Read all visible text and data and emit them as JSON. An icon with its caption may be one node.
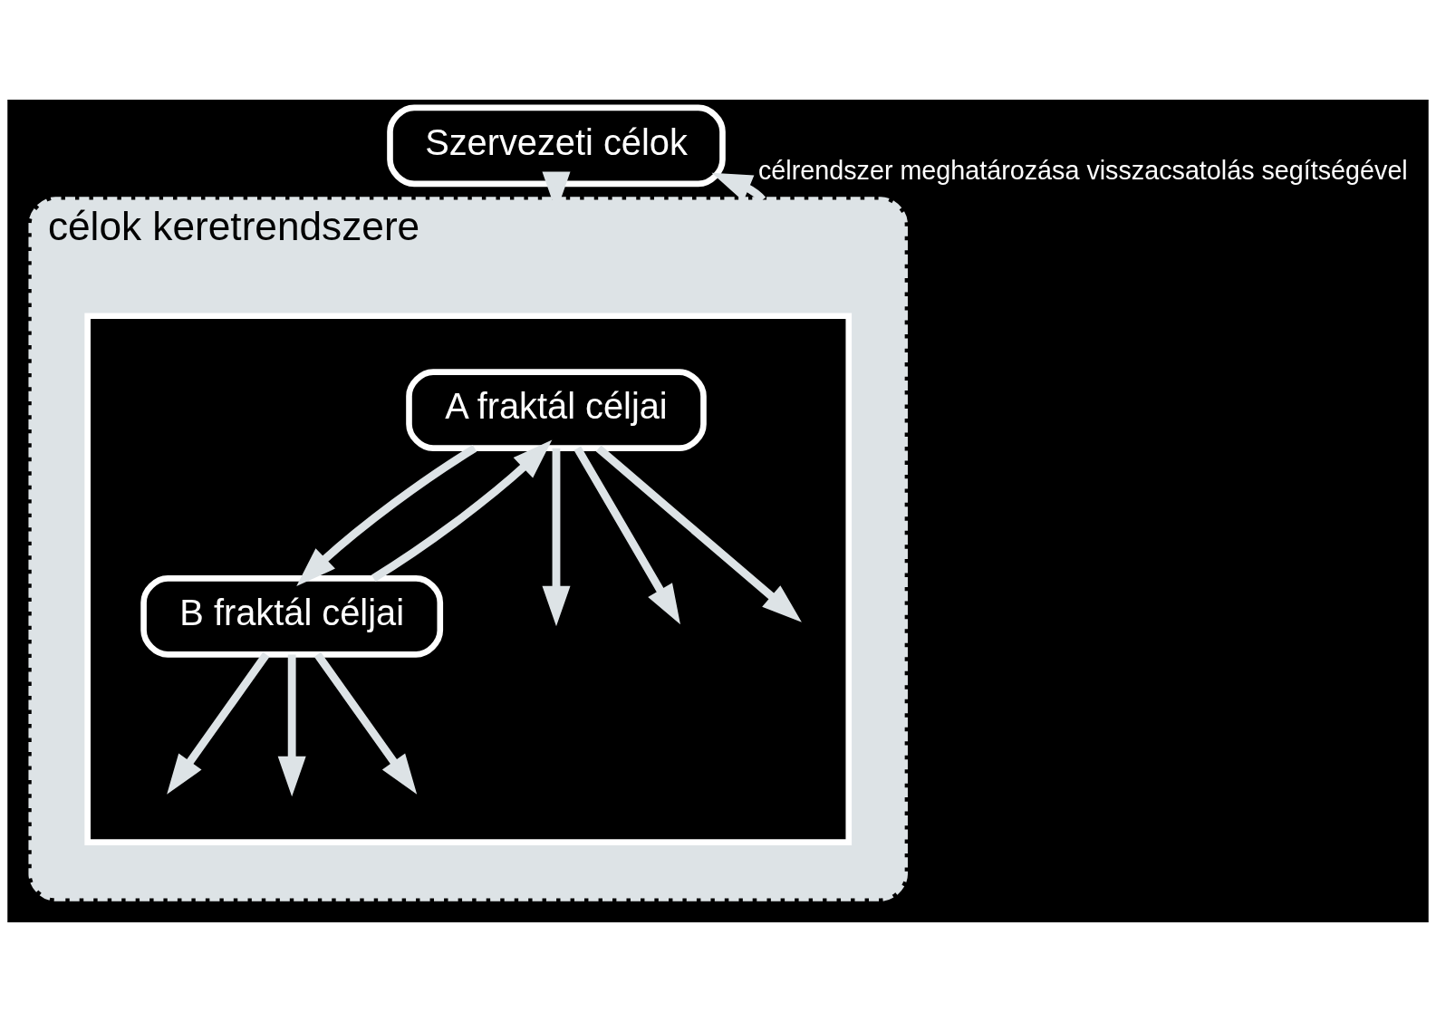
{
  "diagram": {
    "nodes": [
      {
        "text": [
          "Szervezeti célok"
        ]
      },
      {
        "text": [
          "célok keretrendszere"
        ]
      },
      {
        "text": [],
        "shape": "box",
        "in": 1
      },
      {
        "text": [
          "A fraktál céljai"
        ],
        "in": 2
      },
      {
        "text": [
          "B fraktál céljai"
        ],
        "in": 2
      }
    ],
    "edges": [
      {
        "from": 0,
        "to": 1,
        "arrow": "to"
      },
      {
        "from": 1,
        "to": 0,
        "arrow": "to",
        "label": "célrendszer meghatározása visszacsatolás segítségével"
      },
      {
        "from": 3,
        "to": null,
        "arrow": "to"
      },
      {
        "from": 3,
        "to": null,
        "arrow": "to"
      },
      {
        "from": 3,
        "to": null,
        "arrow": "to"
      },
      {
        "from": 3,
        "to": 4,
        "arrow": "to"
      },
      {
        "from": 4,
        "to": 3,
        "arrow": "to"
      },
      {
        "from": 4,
        "to": null,
        "arrow": "to"
      },
      {
        "from": 4,
        "to": null,
        "arrow": "to"
      },
      {
        "from": 4,
        "to": null,
        "arrow": "to"
      }
    ]
  }
}
